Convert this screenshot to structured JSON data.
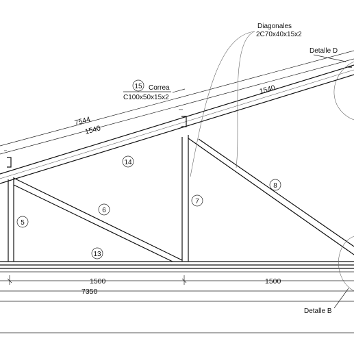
{
  "annotations": {
    "diagonales_title": "Diagonales",
    "diagonales_profile": "2C70x40x15x2",
    "detalle_d": "Detalle D",
    "detalle_b": "Detalle B",
    "correa_label": "Correa",
    "correa_profile": "C100x50x15x2"
  },
  "dimensions": {
    "top_total": "7544",
    "top_span_left": "1540",
    "top_span_right": "1540",
    "bottom_span_left": "1500",
    "bottom_span_right": "1500",
    "bottom_total": "7350"
  },
  "member_tags": [
    "5",
    "6",
    "7",
    "8",
    "13",
    "14",
    "15"
  ]
}
